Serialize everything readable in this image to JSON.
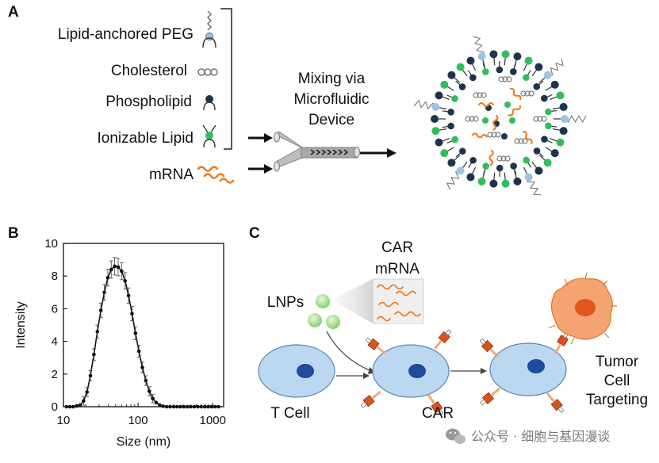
{
  "panels": {
    "a": {
      "letter": "A",
      "legend": [
        {
          "label": "Lipid-anchored PEG",
          "icon": "peg-lipid-icon"
        },
        {
          "label": "Cholesterol",
          "icon": "cholesterol-icon"
        },
        {
          "label": "Phospholipid",
          "icon": "phospholipid-icon"
        },
        {
          "label": "Ionizable Lipid",
          "icon": "ionizable-lipid-icon"
        },
        {
          "label": "mRNA",
          "icon": "mrna-icon"
        }
      ],
      "mixing_lines": [
        "Mixing via",
        "Microfluidic",
        "Device"
      ]
    },
    "b": {
      "letter": "B"
    },
    "c": {
      "letter": "C",
      "car_mrna": [
        "CAR",
        "mRNA"
      ],
      "lnps": "LNPs",
      "t_cell": "T Cell",
      "car": "CAR",
      "tumor": [
        "Tumor",
        "Cell",
        "Targeting"
      ]
    }
  },
  "watermark": "公众号 · 细胞与基因漫谈",
  "colors": {
    "peg_head": "#9cc4e8",
    "phospholipid_head": "#1f3350",
    "ionizable_head": "#2fbf5a",
    "mrna": "#f07a1a",
    "cell": "#bcd7f0",
    "nucleus": "#1d4d9a",
    "car_receptor": "#d9541c",
    "tumor": "#f4a470",
    "lnp": "#9fdc8a"
  },
  "chart_data": {
    "type": "line",
    "xscale": "log",
    "xlabel": "Size (nm)",
    "ylabel": "Intensity",
    "xlim": [
      10,
      1400
    ],
    "ylim": [
      0,
      10
    ],
    "x_ticks": [
      "10",
      "100",
      "1000"
    ],
    "x_tick_values": [
      10,
      100,
      1000
    ],
    "y_ticks": [
      "0",
      "2",
      "4",
      "6",
      "8",
      "10"
    ],
    "y_tick_values": [
      0,
      2,
      4,
      6,
      8,
      10
    ],
    "series": [
      {
        "x": [
          11,
          12.2,
          13.5,
          15,
          16.7,
          18.6,
          20.7,
          23,
          25.6,
          28.5,
          31.7,
          35.3,
          39.3,
          43.7,
          48.6,
          54.1,
          60.2,
          67,
          74.5,
          82.9,
          92.2,
          102.6,
          114.2,
          127,
          141.3,
          157.2,
          175,
          194.7,
          216.6,
          241,
          268.2,
          298.4,
          332,
          369.4,
          411,
          457.3,
          508.8,
          566.1,
          629.9,
          700.9,
          779.8,
          867.7,
          965.5,
          1074,
          1195
        ],
        "y": [
          0,
          0,
          0,
          0.05,
          0.1,
          0.35,
          0.9,
          1.9,
          3.2,
          4.6,
          5.9,
          7.0,
          7.9,
          8.4,
          8.6,
          8.55,
          8.3,
          7.7,
          6.8,
          5.7,
          4.5,
          3.4,
          2.4,
          1.6,
          0.95,
          0.5,
          0.25,
          0.1,
          0.03,
          0,
          0,
          0,
          0,
          0,
          0,
          0,
          0,
          0,
          0,
          0,
          0,
          0,
          0,
          0,
          0
        ]
      }
    ]
  }
}
